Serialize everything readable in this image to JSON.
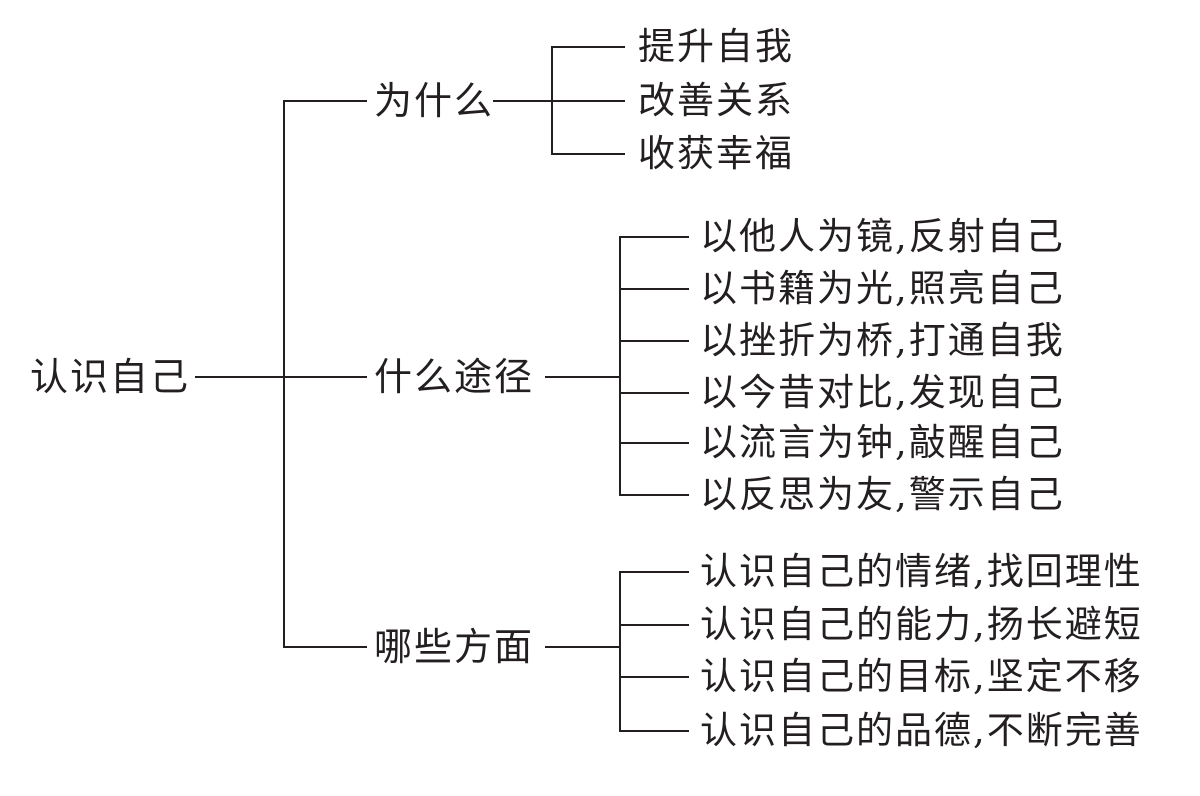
{
  "root": {
    "label": "认识自己"
  },
  "branches": [
    {
      "label": "为什么",
      "items": [
        "提升自我",
        "改善关系",
        "收获幸福"
      ]
    },
    {
      "label": "什么途径",
      "items": [
        "以他人为镜,反射自己",
        "以书籍为光,照亮自己",
        "以挫折为桥,打通自我",
        "以今昔对比,发现自己",
        "以流言为钟,敲醒自己",
        "以反思为友,警示自己"
      ]
    },
    {
      "label": "哪些方面",
      "items": [
        "认识自己的情绪,找回理性",
        "认识自己的能力,扬长避短",
        "认识自己的目标,坚定不移",
        "认识自己的品德,不断完善"
      ]
    }
  ]
}
